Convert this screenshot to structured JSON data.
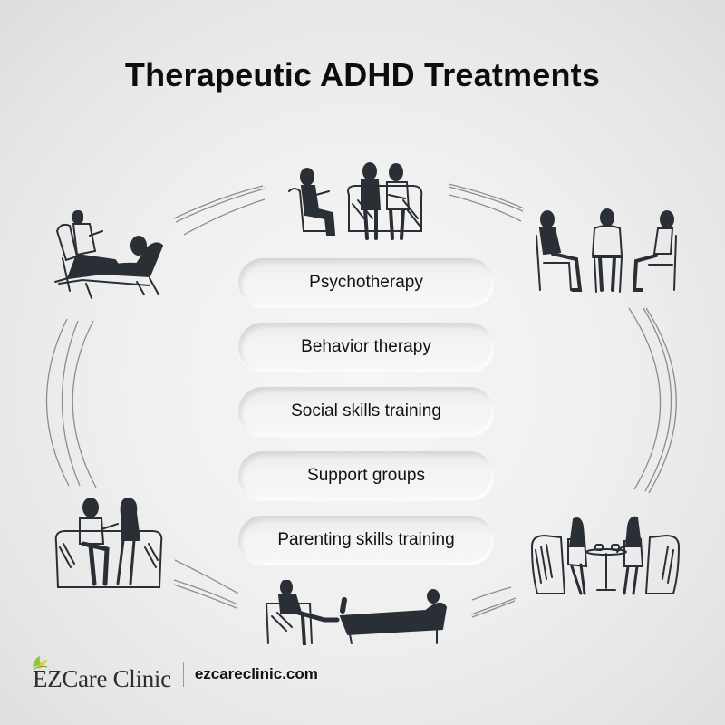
{
  "title": "Therapeutic ADHD Treatments",
  "treatments": [
    {
      "label": "Psychotherapy"
    },
    {
      "label": "Behavior therapy"
    },
    {
      "label": "Social skills training"
    },
    {
      "label": "Support groups"
    },
    {
      "label": "Parenting skills training"
    }
  ],
  "illustrations": [
    {
      "name": "therapist-and-patient-on-lounge-chair",
      "position": "top-left"
    },
    {
      "name": "therapist-with-couple-on-sofa",
      "position": "top-center"
    },
    {
      "name": "three-people-on-chairs-group",
      "position": "top-right"
    },
    {
      "name": "couple-on-sofa-talking",
      "position": "bottom-left"
    },
    {
      "name": "therapist-and-patient-on-couch",
      "position": "bottom-center"
    },
    {
      "name": "two-women-at-cafe-table",
      "position": "bottom-right"
    }
  ],
  "footer": {
    "brand": "EZCare Clinic",
    "website": "ezcareclinic.com"
  },
  "colors": {
    "ink": "#2a2f36",
    "arc": "#8a8d92",
    "leaf_green": "#8cc63f",
    "leaf_yellow": "#e7c94a"
  }
}
